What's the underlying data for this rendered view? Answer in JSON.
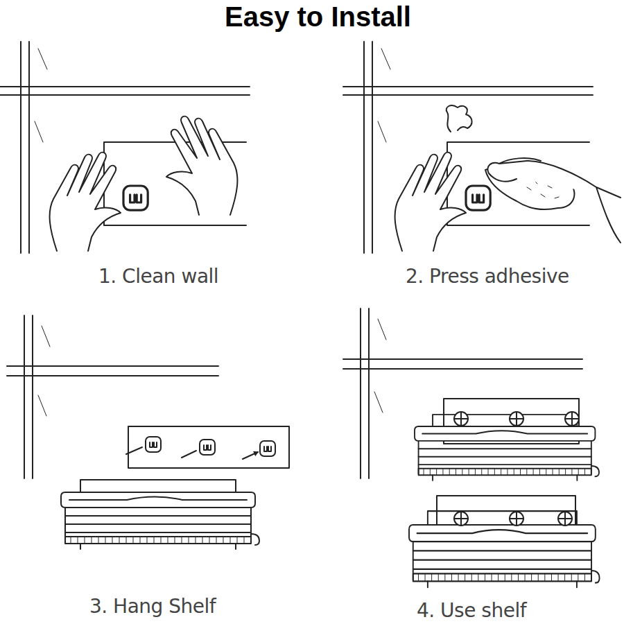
{
  "diagram": {
    "title": "Easy to Install",
    "labels": [
      "1. Clean wall",
      "2. Press adhesive",
      "3. Hang Shelf",
      "4. Use shelf"
    ]
  }
}
